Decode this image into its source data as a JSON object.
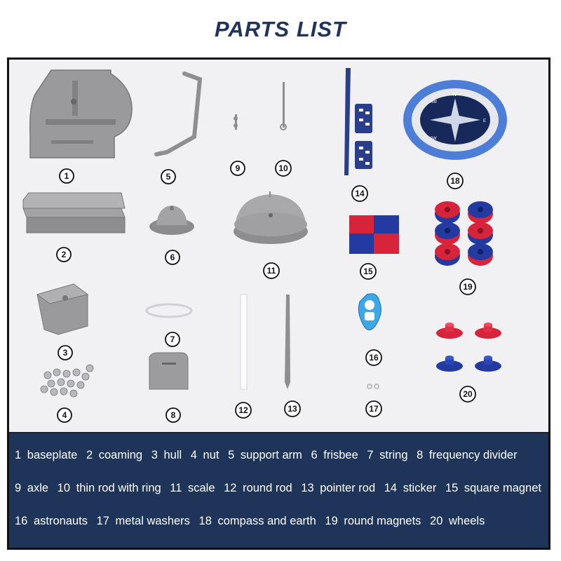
{
  "title": "PARTS LIST",
  "parts": [
    {
      "num": "1",
      "name": "baseplate"
    },
    {
      "num": "2",
      "name": "coaming"
    },
    {
      "num": "3",
      "name": "hull"
    },
    {
      "num": "4",
      "name": "nut"
    },
    {
      "num": "5",
      "name": "support arm"
    },
    {
      "num": "6",
      "name": "frisbee"
    },
    {
      "num": "7",
      "name": "string"
    },
    {
      "num": "8",
      "name": "frequency divider"
    },
    {
      "num": "9",
      "name": "axle"
    },
    {
      "num": "10",
      "name": "thin rod with ring"
    },
    {
      "num": "11",
      "name": "scale"
    },
    {
      "num": "12",
      "name": "round rod"
    },
    {
      "num": "13",
      "name": "pointer rod"
    },
    {
      "num": "14",
      "name": "sticker"
    },
    {
      "num": "15",
      "name": "square magnet"
    },
    {
      "num": "16",
      "name": "astronauts"
    },
    {
      "num": "17",
      "name": "metal washers"
    },
    {
      "num": "18",
      "name": "compass and earth"
    },
    {
      "num": "19",
      "name": "round magnets"
    },
    {
      "num": "20",
      "name": "wheels"
    }
  ],
  "compass_labels": {
    "nw": "NW",
    "sw": "SW",
    "n": "N",
    "e": "E"
  },
  "colors": {
    "title": "#1f3560",
    "panel": "#1e3458",
    "plastic_gray": "#9a9a9c",
    "magnet_red": "#d8243a",
    "magnet_blue": "#233aa0"
  }
}
